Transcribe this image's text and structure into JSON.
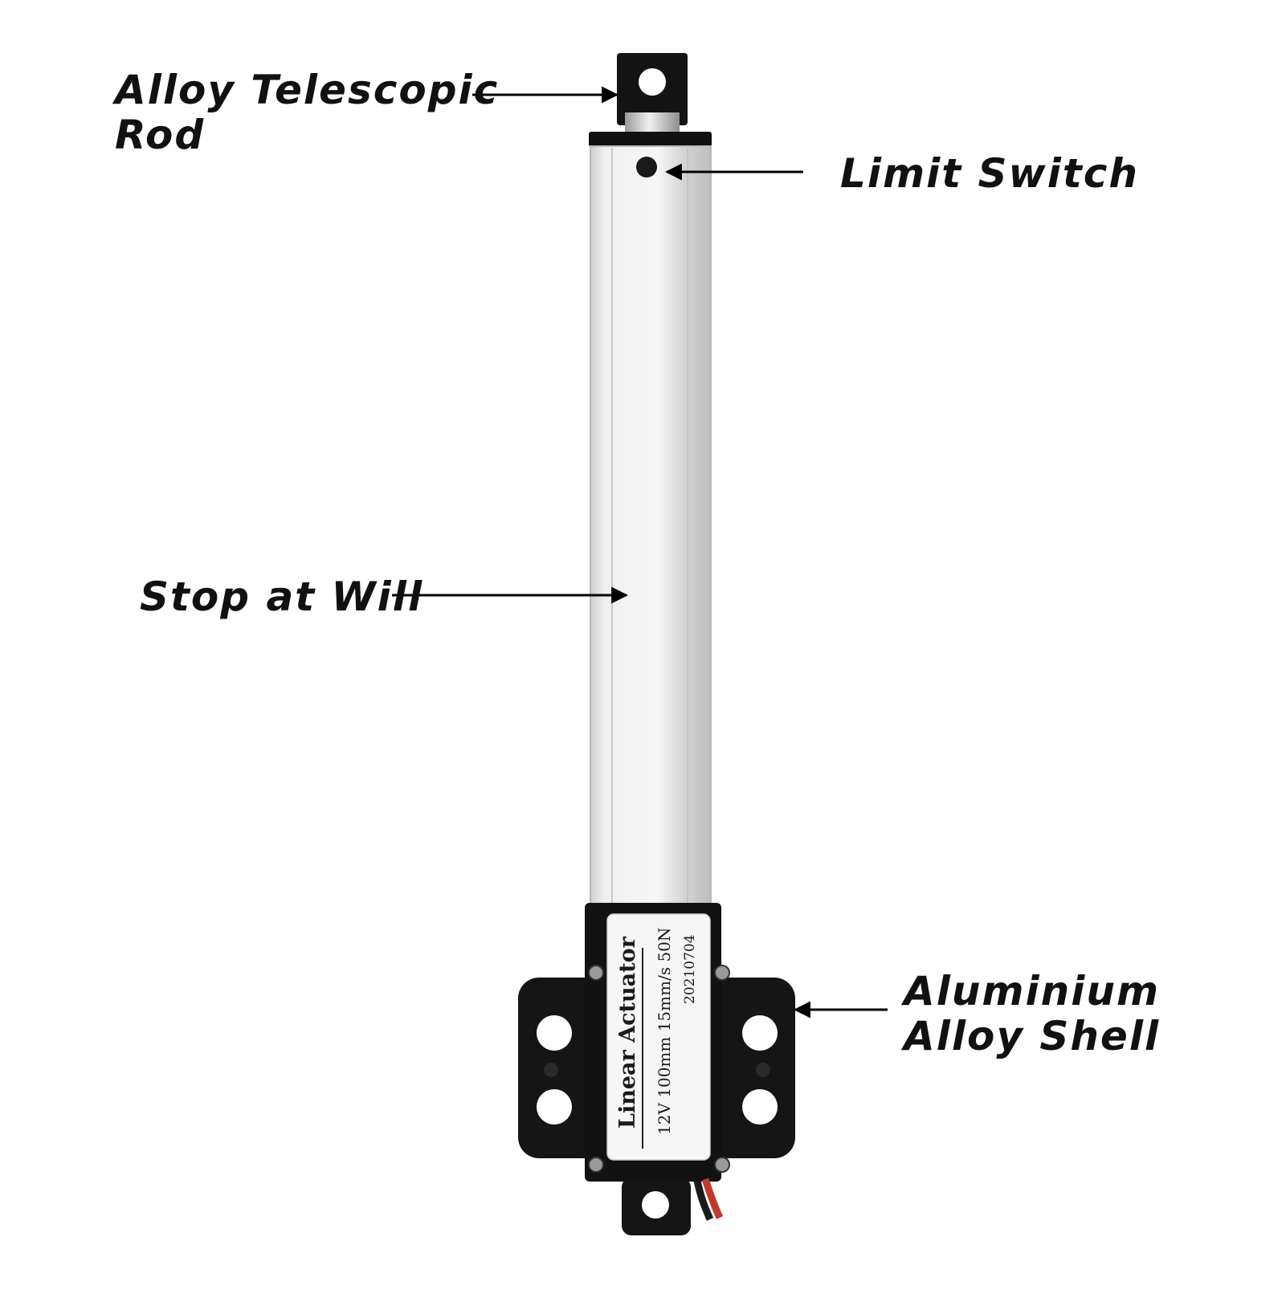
{
  "callouts": {
    "rod": {
      "lines": [
        "Alloy Telescopic",
        "Rod"
      ]
    },
    "limit_switch": {
      "text": "Limit Switch"
    },
    "stop": {
      "text": "Stop at Will"
    },
    "shell": {
      "lines": [
        "Aluminium",
        "Alloy Shell"
      ]
    }
  },
  "nameplate": {
    "title": "Linear Actuator",
    "spec": "12V 100mm 15mm/s 50N",
    "date": "20210704"
  },
  "colors": {
    "background": "#ffffff",
    "text": "#111111",
    "tube_light": "#f2f2f2",
    "tube_mid": "#d6d6d6",
    "housing": "#141414",
    "wire_red": "#c0392b"
  }
}
